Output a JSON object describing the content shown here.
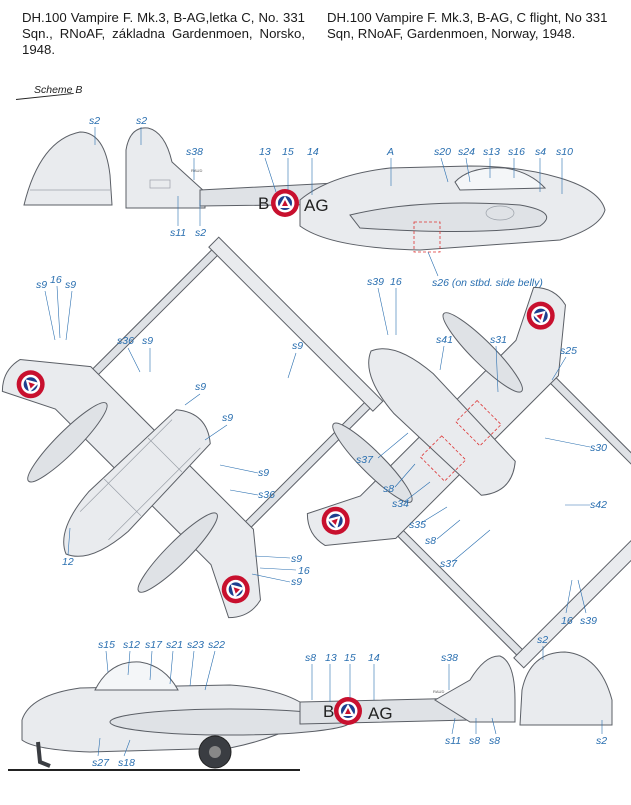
{
  "captions": {
    "cz": "DH.100 Vampire F. Mk.3, B-AG,letka C, No. 331 Sqn., RNoAF, základna Gardenmoen, Norsko, 1948.",
    "en": "DH.100 Vampire F. Mk.3, B-AG, C flight, No 331 Sqn, RNoAF, Gardenmoen, Norway, 1948."
  },
  "scheme_label": "Scheme B",
  "registration": {
    "left": "B",
    "right": "AG"
  },
  "stencil_text": "RAUD",
  "colors": {
    "label": "#2a6fb0",
    "aircraft": "#e9ebee",
    "outline": "#5b5f66",
    "roundel_red": "#c8102e",
    "roundel_blue": "#1d3f8f"
  },
  "views": {
    "port_side": {
      "labels": [
        "s2",
        "s2",
        "s38",
        "13",
        "15",
        "14",
        "A",
        "s20",
        "s24",
        "s13",
        "s16",
        "s4",
        "s10",
        "s11",
        "s2",
        "s26 (on stbd. side belly)"
      ]
    },
    "top": {
      "labels": [
        "s9",
        "16",
        "s9",
        "s36",
        "s9",
        "s9",
        "s9",
        "s9",
        "s9",
        "s36",
        "12",
        "s9",
        "16",
        "s9"
      ]
    },
    "bottom": {
      "labels": [
        "s39",
        "16",
        "s41",
        "s31",
        "s25",
        "s30",
        "s37",
        "s8",
        "s34",
        "s35",
        "s8",
        "s42",
        "s37",
        "16",
        "s39"
      ]
    },
    "stbd_side": {
      "labels": [
        "s15",
        "s12",
        "s17",
        "s21",
        "s23",
        "s22",
        "s8",
        "13",
        "15",
        "14",
        "s38",
        "s2",
        "s27",
        "s18",
        "s11",
        "s8",
        "s8",
        "s2"
      ]
    }
  }
}
